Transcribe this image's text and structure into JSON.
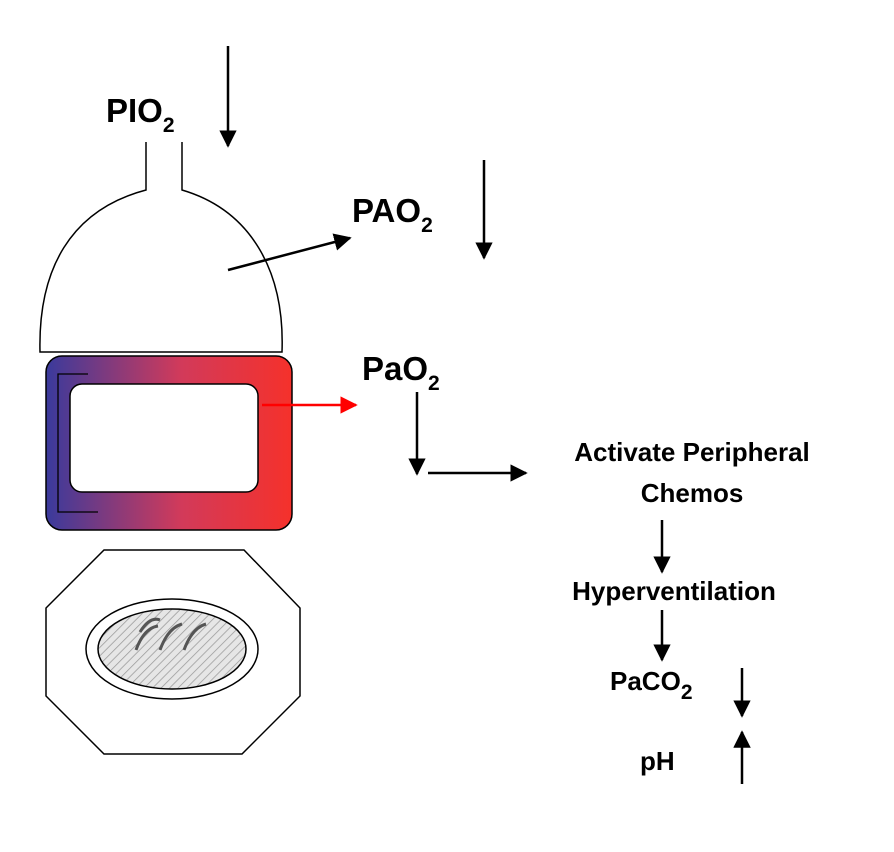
{
  "labels": {
    "pio2": {
      "base": "PIO",
      "sub": "2"
    },
    "pao2_alveolar": {
      "base": "PAO",
      "sub": "2"
    },
    "pao2_arterial": {
      "base": "PaO",
      "sub": "2"
    },
    "activate_line1": "Activate Peripheral",
    "activate_line2": "Chemos",
    "hyperventilation": "Hyperventilation",
    "paco2": {
      "base": "PaCO",
      "sub": "2"
    },
    "ph": "pH"
  },
  "colors": {
    "ink": "#000000",
    "capillary_venous": "#3a3a9c",
    "capillary_arterial": "#f5312b",
    "red_arrow": "#ff0000",
    "tissue_fill": "#dcdcdc"
  },
  "icons": {
    "alveolus": "alveolus-dome-icon",
    "capillary": "pulmonary-capillary-icon",
    "tissue_cell": "tissue-cell-icon"
  }
}
